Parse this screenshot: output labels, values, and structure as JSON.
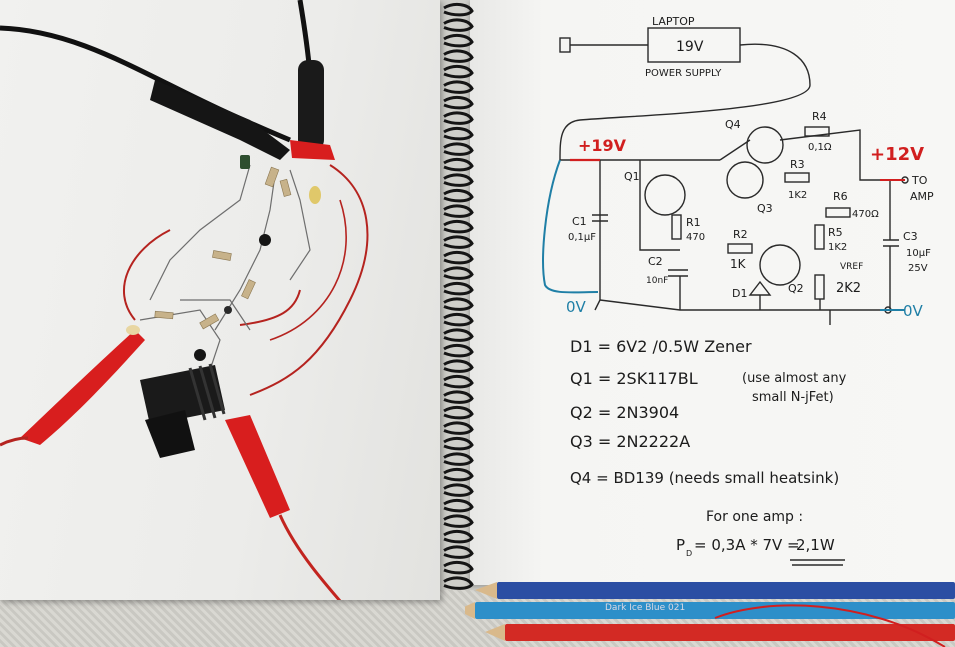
{
  "scene": {
    "description_colors": {
      "paper": "#f3f3f1",
      "ink": "#1c1c1c",
      "red_ink": "#d11f1f",
      "blue_ink": "#1f7fa6"
    }
  },
  "schematic": {
    "laptop": "LAPTOP",
    "supply_voltage": "19V",
    "power_supply": "POWER SUPPLY",
    "in_voltage": "+19V",
    "out_voltage": "+12V",
    "to_amp": "TO",
    "amp": "AMP",
    "gnd_left": "0V",
    "gnd_right": "0V",
    "q1": "Q1",
    "q2": "Q2",
    "q3": "Q3",
    "q4": "Q4",
    "r1": "R1",
    "r1_val": "470",
    "r2": "R2",
    "r2_val": "1K",
    "r3": "R3",
    "r3_val": "1K2",
    "r4": "R4",
    "r4_val": "0,1Ω",
    "r5": "R5",
    "r5_val": "1K2",
    "r6": "R6",
    "r6_val": "470Ω",
    "r7_val": "2K2",
    "vref": "VREF",
    "c1": "C1",
    "c1_val": "0,1μF",
    "c2": "C2",
    "c2_val": "10nF",
    "c3": "C3",
    "c3_val1": "10μF",
    "c3_val2": "25V",
    "d1": "D1"
  },
  "notes": {
    "d1": "D1 = 6V2 /0.5W Zener",
    "q1": "Q1 = 2SK117BL",
    "q1_note1": "(use almost any",
    "q1_note2": "small N-jFet)",
    "q2": "Q2 = 2N3904",
    "q3": "Q3 = 2N2222A",
    "q4": "Q4 = BD139 (needs small heatsink)",
    "for_one_amp": "For one amp :",
    "power_lhs": "P",
    "power_sub": "D",
    "power_rhs": "= 0,3A * 7V =",
    "power_result": "2,1W"
  },
  "pencils": {
    "p1": "",
    "p2_label": "Dark Ice Blue   021",
    "p3_label": ""
  }
}
